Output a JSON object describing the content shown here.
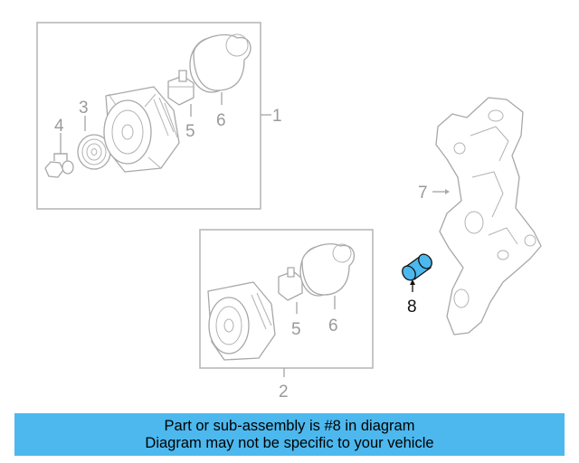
{
  "callouts": {
    "c1": "1",
    "c2": "2",
    "c3": "3",
    "c4": "4",
    "c5a": "5",
    "c6a": "6",
    "c5b": "5",
    "c6b": "6",
    "c7": "7",
    "c8": "8"
  },
  "highlight": {
    "part_number": "8",
    "color": "#4cb8ee"
  },
  "banner": {
    "line1": "Part or sub-assembly is #8 in diagram",
    "line2": "Diagram may not be specific to your vehicle"
  }
}
